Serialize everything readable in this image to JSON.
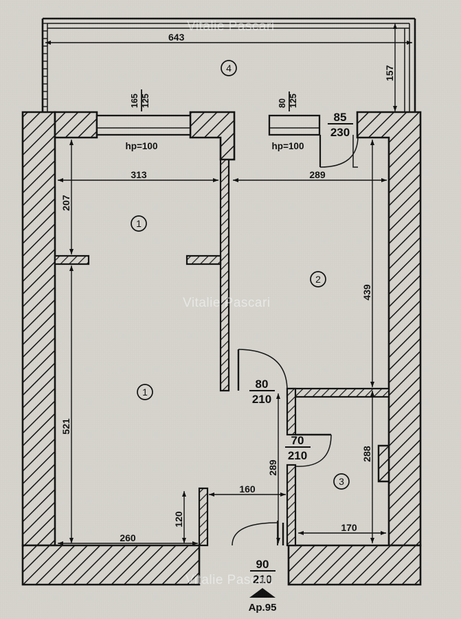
{
  "drawing": {
    "type": "architectural-floor-plan",
    "apartment_label": "Ap.95",
    "watermarks": [
      "Vitalie Pascari",
      "Vitalie Pascari",
      "Vitalie Pascari"
    ],
    "colors": {
      "paper": "#d5d3cc",
      "ink": "#111111",
      "watermark": "#fafafa"
    }
  },
  "rooms": [
    {
      "id": "room-1-top",
      "number": "1"
    },
    {
      "id": "room-1-bottom",
      "number": "1"
    },
    {
      "id": "room-2",
      "number": "2"
    },
    {
      "id": "room-3",
      "number": "3"
    },
    {
      "id": "room-4-balcony",
      "number": "4"
    }
  ],
  "dimensions": {
    "balcony_width": "643",
    "balcony_depth": "157",
    "room1_width": "313",
    "room2_width": "289",
    "room1_upper_height": "207",
    "room1_lower_height": "521",
    "room2_height": "439",
    "room3_height": "288",
    "room3_width": "170",
    "corridor_height": "289",
    "corridor_offset": "160",
    "bottom_wall_run": "260",
    "stub_wall": "120"
  },
  "openings": {
    "window_left": {
      "width": "165",
      "height": "125",
      "sill": "hp=100"
    },
    "window_right": {
      "width": "80",
      "height": "125",
      "sill": "hp=100"
    },
    "balcony_door": {
      "width": "85",
      "height": "230"
    },
    "door_room2": {
      "width": "80",
      "height": "210"
    },
    "door_room3": {
      "width": "70",
      "height": "210"
    },
    "entry_door": {
      "width": "90",
      "height": "210"
    }
  },
  "labels": {
    "hp_left": "hp=100",
    "hp_right": "hp=100",
    "entry_marker": "Ap.95"
  }
}
